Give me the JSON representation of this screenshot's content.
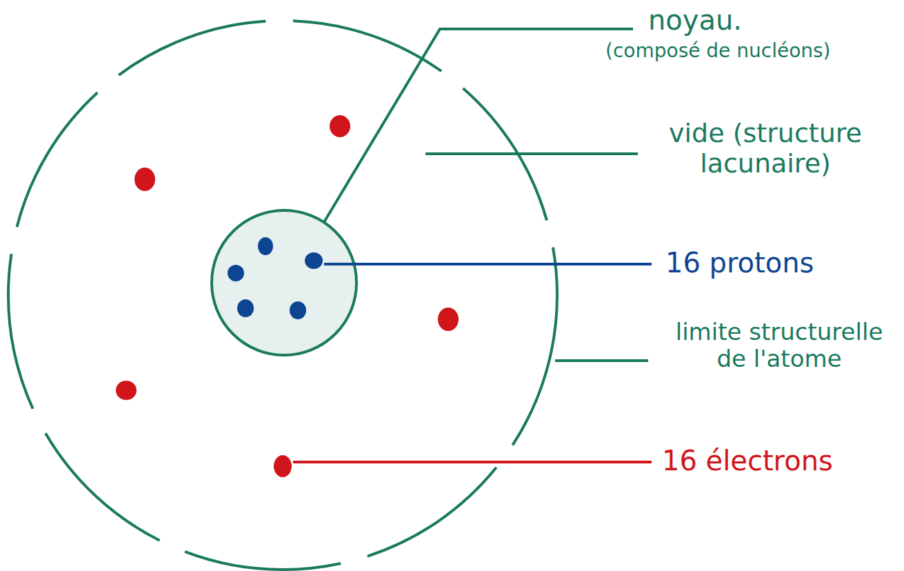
{
  "diagram": {
    "labels": [
      "noyau.",
      "(composé de nucléons)",
      "vide (structure lacunaire)",
      "16 protons",
      "limite structurelle de l'atome",
      "16 électrons"
    ]
  }
}
